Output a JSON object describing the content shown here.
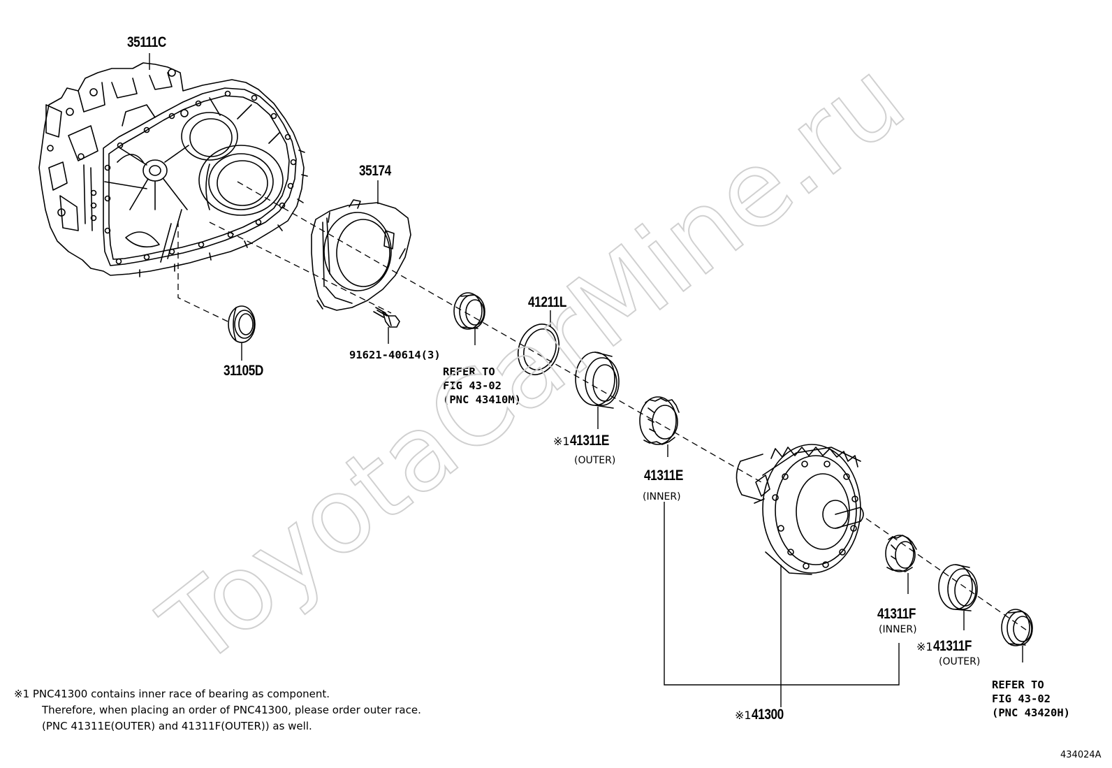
{
  "parts": {
    "p35111c": "35111C",
    "p35174": "35174",
    "p31105d": "31105D",
    "p41211l": "41211L",
    "p91621": "91621-40614(3)",
    "p41311e_outer": "41311E",
    "p41311e_outer_sub": "(OUTER)",
    "p41311e_inner": "41311E",
    "p41311e_inner_sub": "(INNER)",
    "p41311f_inner": "41311F",
    "p41311f_inner_sub": "(INNER)",
    "p41311f_outer": "41311F",
    "p41311f_outer_sub": "(OUTER)",
    "p41300": "41300",
    "mark1": "※1"
  },
  "refs": {
    "ref1": [
      "REFER TO",
      "FIG 43-02",
      "(PNC 43410M)"
    ],
    "ref2": [
      "REFER TO",
      "FIG 43-02",
      "(PNC 43420H)"
    ]
  },
  "note": {
    "line1": "※1 PNC41300 contains inner race of bearing as component.",
    "line2": "Therefore, when placing an order of PNC41300, please order outer race.",
    "line3": "(PNC 41311E(OUTER) and 41311F(OUTER)) as well."
  },
  "figure_id": "434024A",
  "watermark": "ToyotaCarMine.ru"
}
